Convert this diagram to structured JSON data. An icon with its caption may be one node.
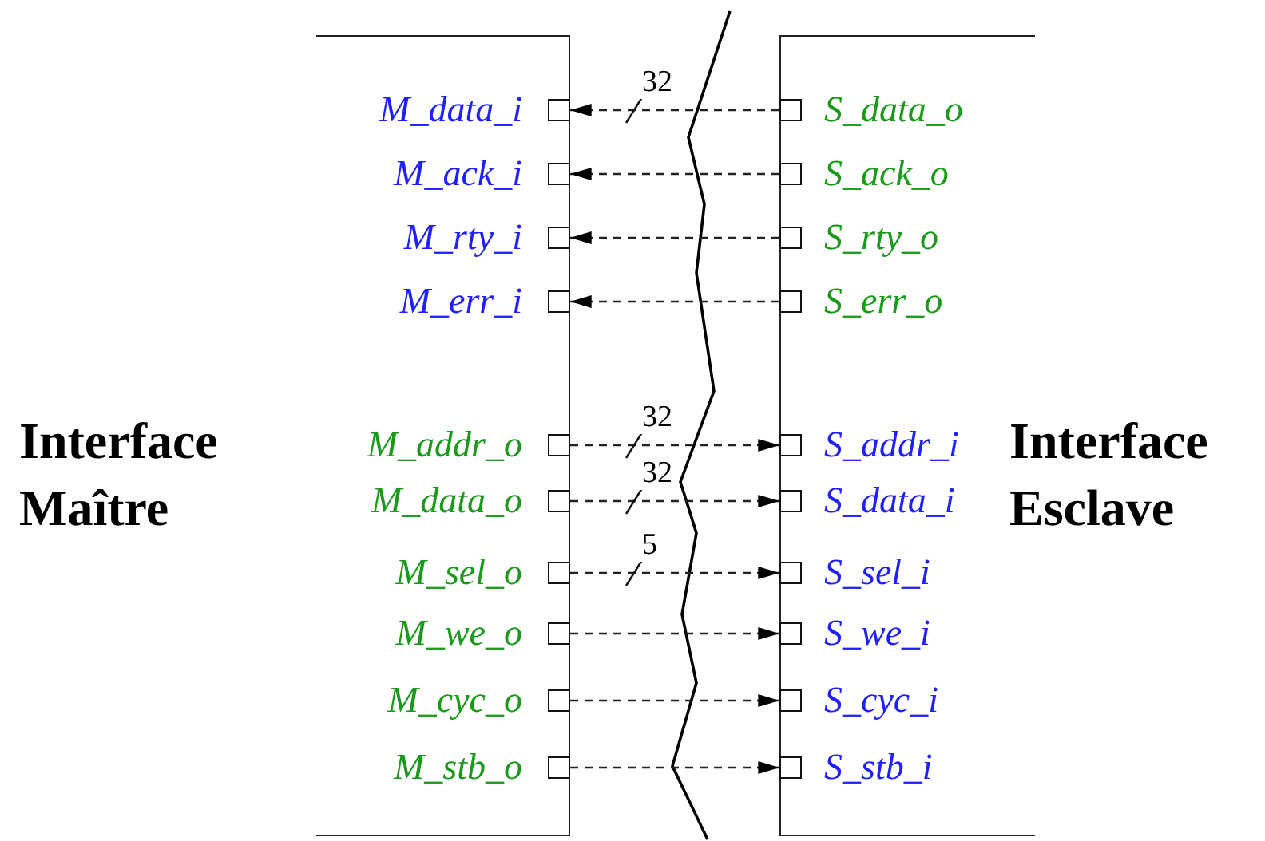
{
  "diagram": {
    "nodes": [
      {
        "text": [
          "Interface Maître"
        ]
      },
      {
        "text": [
          "M_data_i"
        ],
        "in": 0
      },
      {
        "text": [
          "M_ack_i"
        ],
        "in": 0
      },
      {
        "text": [
          "M_rty_i"
        ],
        "in": 0
      },
      {
        "text": [
          "M_err_i"
        ],
        "in": 0
      },
      {
        "text": [
          "M_addr_o"
        ],
        "in": 0
      },
      {
        "text": [
          "M_data_o"
        ],
        "in": 0
      },
      {
        "text": [
          "M_sel_o"
        ],
        "in": 0
      },
      {
        "text": [
          "M_we_o"
        ],
        "in": 0
      },
      {
        "text": [
          "M_cyc_o"
        ],
        "in": 0
      },
      {
        "text": [
          "M_stb_o"
        ],
        "in": 0
      },
      {
        "text": [
          "Interface Esclave"
        ]
      },
      {
        "text": [
          "S_data_o"
        ],
        "in": 11
      },
      {
        "text": [
          "S_ack_o"
        ],
        "in": 11
      },
      {
        "text": [
          "S_rty_o"
        ],
        "in": 11
      },
      {
        "text": [
          "S_err_o"
        ],
        "in": 11
      },
      {
        "text": [
          "S_addr_i"
        ],
        "in": 11
      },
      {
        "text": [
          "S_data_i"
        ],
        "in": 11
      },
      {
        "text": [
          "S_sel_i"
        ],
        "in": 11
      },
      {
        "text": [
          "S_we_i"
        ],
        "in": 11
      },
      {
        "text": [
          "S_cyc_i"
        ],
        "in": 11
      },
      {
        "text": [
          "S_stb_i"
        ],
        "in": 11
      }
    ],
    "edges": [
      {
        "from": 12,
        "to": 1,
        "arrow": "to",
        "style": "dashed",
        "label": "32"
      },
      {
        "from": 13,
        "to": 2,
        "arrow": "to",
        "style": "dashed"
      },
      {
        "from": 14,
        "to": 3,
        "arrow": "to",
        "style": "dashed"
      },
      {
        "from": 15,
        "to": 4,
        "arrow": "to",
        "style": "dashed"
      },
      {
        "from": 5,
        "to": 16,
        "arrow": "to",
        "style": "dashed",
        "label": "32"
      },
      {
        "from": 6,
        "to": 17,
        "arrow": "to",
        "style": "dashed",
        "label": "32"
      },
      {
        "from": 7,
        "to": 18,
        "arrow": "to",
        "style": "dashed",
        "label": "5"
      },
      {
        "from": 8,
        "to": 19,
        "arrow": "to",
        "style": "dashed"
      },
      {
        "from": 9,
        "to": 20,
        "arrow": "to",
        "style": "dashed"
      },
      {
        "from": 10,
        "to": 21,
        "arrow": "to",
        "style": "dashed"
      }
    ]
  }
}
